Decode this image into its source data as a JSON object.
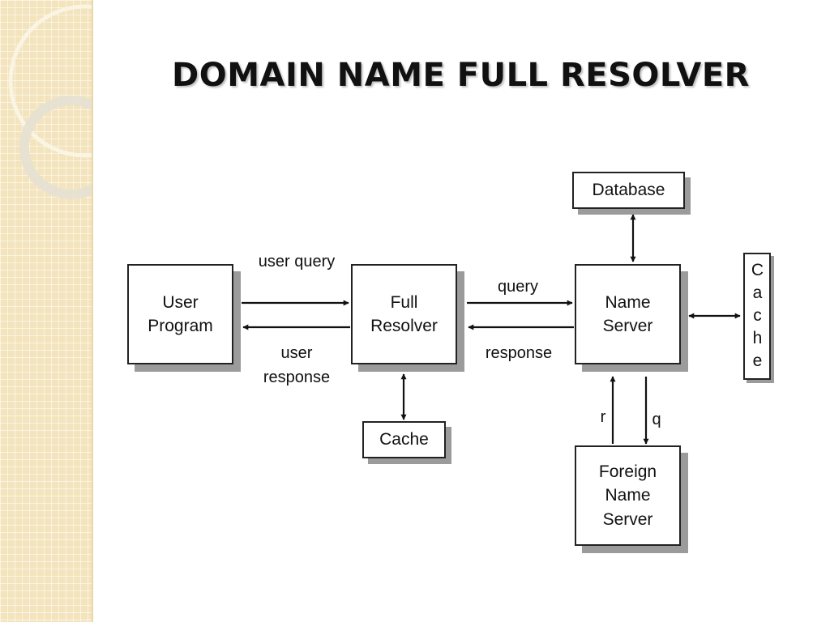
{
  "slide": {
    "title": "DOMAIN NAME FULL RESOLVER"
  },
  "diagram": {
    "nodes": {
      "user_program": "User Program",
      "full_resolver": "Full Resolver",
      "name_server": "Name Server",
      "database": "Database",
      "resolver_cache": "Cache",
      "server_cache": "Cache",
      "foreign_name_server": "Foreign Name Server"
    },
    "edges": {
      "user_query": "user query",
      "user_response": "user response",
      "query": "query",
      "response": "response",
      "r": "r",
      "q": "q"
    }
  },
  "colors": {
    "sidebar": "#f3e4bd",
    "title": "#111111",
    "box_shadow": "#9b9b9b"
  }
}
